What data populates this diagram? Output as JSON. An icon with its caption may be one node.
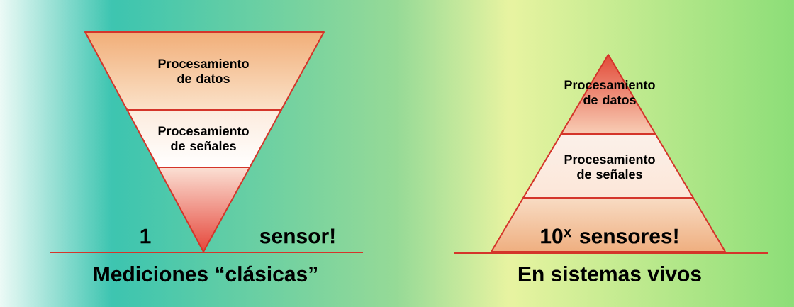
{
  "diagram": {
    "nodes": [
      {
        "text": [
          "Procesamiento de datos"
        ]
      },
      {
        "text": [
          "Procesamiento de señales"
        ]
      },
      {
        "text": [],
        "shape": "triangle"
      },
      {
        "text": [
          "Procesamiento de datos"
        ]
      },
      {
        "text": [
          "Procesamiento de señales"
        ]
      },
      {
        "text": [
          "10$^{x}$ sensores!"
        ]
      }
    ],
    "labels": [
      "1",
      "sensor!",
      "Mediciones “clásicas”",
      "En sistemas vivos"
    ]
  }
}
